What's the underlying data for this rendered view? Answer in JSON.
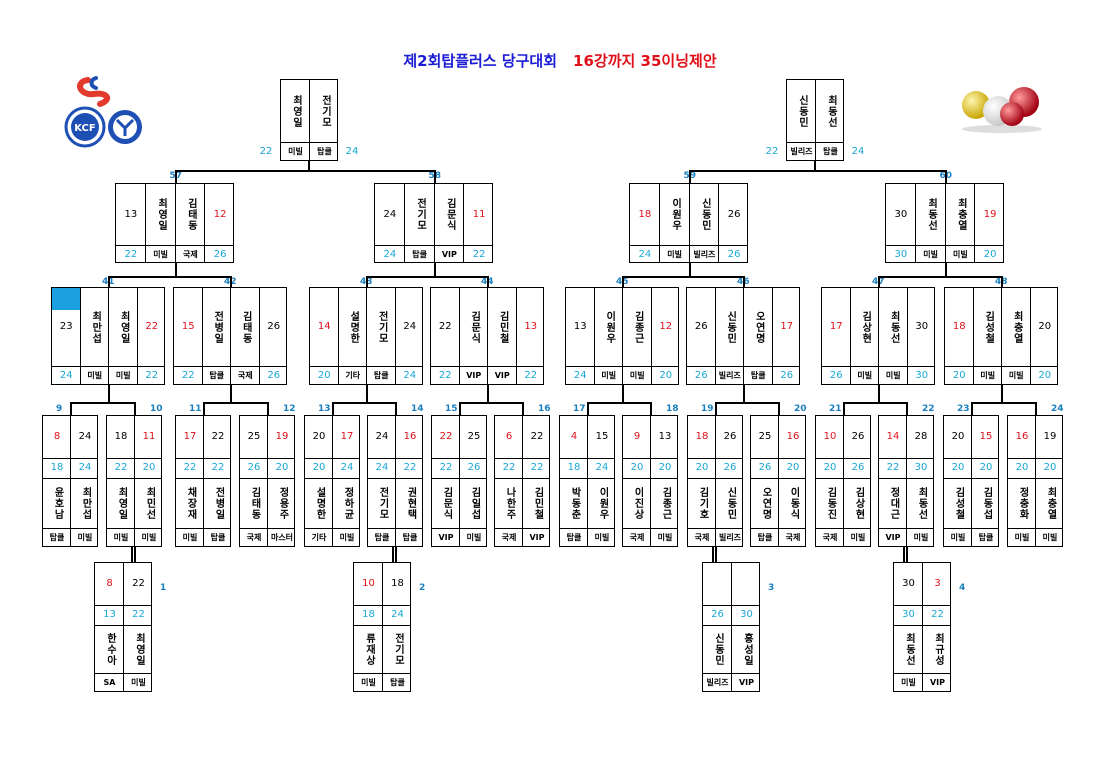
{
  "title": {
    "main": "제2회탑플러스 당구대회",
    "sub": "16강까지 35이닝제안"
  },
  "colors": {
    "title_blue": "#1c1cd6",
    "red": "#e0101a",
    "cyan": "#18a7d6",
    "match_no": "#1a7fbf",
    "highlight": "#1ba1e2"
  },
  "icons": {
    "left_logo": "kcf-federation-logo",
    "right_logo": "billiard-balls"
  },
  "finals": [
    {
      "p1": "최영일",
      "p2": "전기모",
      "s1": "22",
      "s2": "24",
      "a1": "미빌",
      "a2": "탑클"
    },
    {
      "p1": "신동민",
      "p2": "최동선",
      "s1": "22",
      "s2": "24",
      "a1": "빌리즈",
      "a2": "탑클"
    }
  ],
  "qf_nums": [
    "57",
    "58",
    "59",
    "60"
  ],
  "qf": [
    {
      "s1": "13",
      "p1": "최영일",
      "p2": "김태동",
      "s2": "12",
      "i1": "22",
      "i2": "26",
      "a1": "미빌",
      "a2": "국제"
    },
    {
      "s1": "24",
      "p1": "전기모",
      "p2": "김문식",
      "s2": "11",
      "i1": "24",
      "i2": "22",
      "a1": "탑클",
      "a2": "VIP"
    },
    {
      "s1": "18",
      "p1": "이원우",
      "p2": "신동민",
      "s2": "26",
      "i1": "24",
      "i2": "26",
      "a1": "미빌",
      "a2": "빌리즈"
    },
    {
      "s1": "30",
      "p1": "최동선",
      "p2": "최충열",
      "s2": "19",
      "i1": "30",
      "i2": "20",
      "a1": "미빌",
      "a2": "미빌"
    }
  ],
  "r16_nums": [
    "41",
    "42",
    "43",
    "44",
    "45",
    "46",
    "47",
    "48"
  ],
  "r16": [
    {
      "s1": "23",
      "p1": "최만섭",
      "p2": "최영일",
      "s2": "22",
      "i1": "24",
      "i2": "22",
      "a1": "미빌",
      "a2": "미빌"
    },
    {
      "s1": "15",
      "p1": "전병일",
      "p2": "김태동",
      "s2": "26",
      "i1": "22",
      "i2": "26",
      "a1": "탑클",
      "a2": "국제"
    },
    {
      "s1": "14",
      "p1": "설명한",
      "p2": "전기모",
      "s2": "24",
      "i1": "20",
      "i2": "24",
      "a1": "기타",
      "a2": "탑클"
    },
    {
      "s1": "22",
      "p1": "김문식",
      "p2": "김민철",
      "s2": "13",
      "i1": "22",
      "i2": "22",
      "a1": "VIP",
      "a2": "VIP"
    },
    {
      "s1": "13",
      "p1": "이원우",
      "p2": "김종근",
      "s2": "12",
      "i1": "24",
      "i2": "20",
      "a1": "미빌",
      "a2": "미빌"
    },
    {
      "s1": "26",
      "p1": "신동민",
      "p2": "오연명",
      "s2": "17",
      "i1": "26",
      "i2": "26",
      "a1": "빌리즈",
      "a2": "탑클"
    },
    {
      "s1": "17",
      "p1": "김상현",
      "p2": "최동선",
      "s2": "30",
      "i1": "26",
      "i2": "30",
      "a1": "미빌",
      "a2": "미빌"
    },
    {
      "s1": "18",
      "p1": "김성철",
      "p2": "최충열",
      "s2": "20",
      "i1": "20",
      "i2": "20",
      "a1": "미빌",
      "a2": "미빌"
    }
  ],
  "r32_nums": [
    "9",
    "10",
    "11",
    "12",
    "13",
    "14",
    "15",
    "16",
    "17",
    "18",
    "19",
    "20",
    "21",
    "22",
    "23",
    "24"
  ],
  "r32": [
    {
      "s1": "8",
      "s2": "24",
      "i1": "18",
      "i2": "24",
      "p1": "윤호남",
      "p2": "최만섭",
      "a1": "탑클",
      "a2": "미빌"
    },
    {
      "s1": "18",
      "s2": "11",
      "i1": "22",
      "i2": "20",
      "p1": "최영일",
      "p2": "최민선",
      "a1": "미빌",
      "a2": "미빌"
    },
    {
      "s1": "17",
      "s2": "22",
      "i1": "22",
      "i2": "22",
      "p1": "채장재",
      "p2": "전병일",
      "a1": "미빌",
      "a2": "탑클"
    },
    {
      "s1": "25",
      "s2": "19",
      "i1": "26",
      "i2": "20",
      "p1": "김태동",
      "p2": "정용주",
      "a1": "국제",
      "a2": "마스터"
    },
    {
      "s1": "20",
      "s2": "17",
      "i1": "20",
      "i2": "24",
      "p1": "설명한",
      "p2": "정하균",
      "a1": "기타",
      "a2": "미빌"
    },
    {
      "s1": "24",
      "s2": "16",
      "i1": "24",
      "i2": "22",
      "p1": "전기모",
      "p2": "권현택",
      "a1": "탑클",
      "a2": "탑클"
    },
    {
      "s1": "22",
      "s2": "25",
      "i1": "22",
      "i2": "26",
      "p1": "김문식",
      "p2": "김일섭",
      "a1": "VIP",
      "a2": "미빌"
    },
    {
      "s1": "6",
      "s2": "22",
      "i1": "22",
      "i2": "22",
      "p1": "나한주",
      "p2": "김민철",
      "a1": "국제",
      "a2": "VIP"
    },
    {
      "s1": "4",
      "s2": "15",
      "i1": "18",
      "i2": "24",
      "p1": "박동춘",
      "p2": "이원우",
      "a1": "탑클",
      "a2": "미빌"
    },
    {
      "s1": "9",
      "s2": "13",
      "i1": "20",
      "i2": "20",
      "p1": "이진상",
      "p2": "김종근",
      "a1": "국제",
      "a2": "미빌"
    },
    {
      "s1": "18",
      "s2": "26",
      "i1": "20",
      "i2": "26",
      "p1": "김기호",
      "p2": "신동민",
      "a1": "국제",
      "a2": "빌리즈"
    },
    {
      "s1": "25",
      "s2": "16",
      "i1": "26",
      "i2": "20",
      "p1": "오연명",
      "p2": "이동식",
      "a1": "탑클",
      "a2": "국제"
    },
    {
      "s1": "10",
      "s2": "26",
      "i1": "20",
      "i2": "26",
      "p1": "김동진",
      "p2": "김상현",
      "a1": "국제",
      "a2": "미빌"
    },
    {
      "s1": "14",
      "s2": "28",
      "i1": "22",
      "i2": "30",
      "p1": "정대근",
      "p2": "최동선",
      "a1": "VIP",
      "a2": "미빌"
    },
    {
      "s1": "20",
      "s2": "15",
      "i1": "20",
      "i2": "20",
      "p1": "김성철",
      "p2": "김동섭",
      "a1": "미빌",
      "a2": "탑클"
    },
    {
      "s1": "16",
      "s2": "19",
      "i1": "20",
      "i2": "20",
      "p1": "정충화",
      "p2": "최충열",
      "a1": "미빌",
      "a2": "미빌"
    }
  ],
  "r64_nums": [
    "1",
    "2",
    "3",
    "4"
  ],
  "r64": [
    {
      "s1": "8",
      "s2": "22",
      "i1": "13",
      "i2": "22",
      "p1": "한수아",
      "p2": "최영일",
      "a1": "SA",
      "a2": "미빌"
    },
    {
      "s1": "10",
      "s2": "18",
      "i1": "18",
      "i2": "24",
      "p1": "류재상",
      "p2": "전기모",
      "a1": "미빌",
      "a2": "탑클"
    },
    {
      "s1": "",
      "s2": "",
      "i1": "26",
      "i2": "30",
      "p1": "신동민",
      "p2": "홍성일",
      "a1": "빌리즈",
      "a2": "VIP"
    },
    {
      "s1": "30",
      "s2": "3",
      "i1": "30",
      "i2": "22",
      "p1": "최동선",
      "p2": "최규성",
      "a1": "미빌",
      "a2": "VIP"
    }
  ]
}
